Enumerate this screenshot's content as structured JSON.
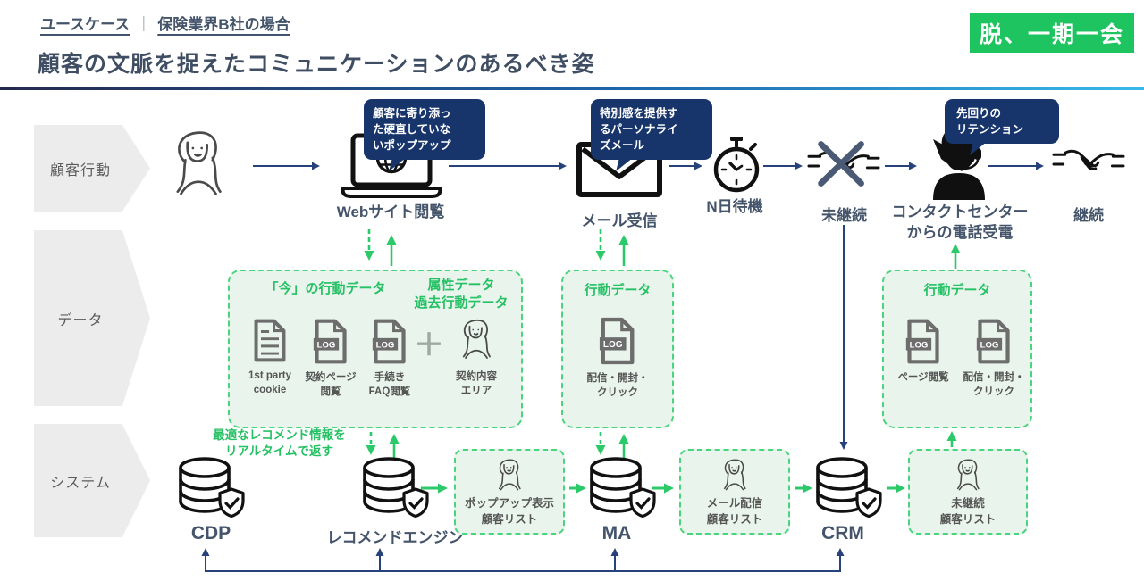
{
  "header": {
    "tag": "ユースケース",
    "separator": "｜",
    "subtitle": "保険業界B社の場合",
    "title": "顧客の文脈を捉えたコミュニケーションのあるべき姿",
    "badge": "脱、一期一会"
  },
  "lanes": {
    "customer": "顧客行動",
    "data": "データ",
    "system": "システム"
  },
  "callouts": {
    "popup": "顧客に寄り添っ\nた硬直していな\nいポップアップ",
    "mail": "特別感を提供す\nるパーソナライ\nズメール",
    "retention": "先回りの\nリテンション"
  },
  "journey": {
    "web": "Webサイト閲覧",
    "mail": "メール受信",
    "wait": "N日待機",
    "churn": "未継続",
    "contact_center": "コンタクトセンター\nからの電話受電",
    "continue": "継続"
  },
  "data_row": {
    "box1": {
      "header_left": "「今」の行動データ",
      "header_right": "属性データ\n過去行動データ",
      "plus": "＋",
      "items": [
        {
          "icon": "document-icon",
          "caption": "1st party\ncookie"
        },
        {
          "icon": "log-file-icon",
          "caption": "契約ページ\n閲覧"
        },
        {
          "icon": "log-file-icon",
          "caption": "手続き\nFAQ閲覧"
        },
        {
          "icon": "person-icon",
          "caption": "契約内容\nエリア"
        }
      ]
    },
    "box2": {
      "header": "行動データ",
      "caption": "配信・開封・\nクリック"
    },
    "box3": {
      "header": "行動データ",
      "caption1": "ページ閲覧",
      "caption2": "配信・開封・\nクリック"
    }
  },
  "system_row": {
    "note": "最適なレコメンド情報を\nリアルタイムで返す",
    "cdp": "CDP",
    "recommend": "レコメンドエンジン",
    "popup_list": "ポップアップ表示\n顧客リスト",
    "ma": "MA",
    "mail_list": "メール配信\n顧客リスト",
    "crm": "CRM",
    "churn_list": "未継続\n顧客リスト"
  },
  "icons": {
    "log_label": "LOG"
  },
  "colors": {
    "navy": "#17356b",
    "arrow_navy": "#27427a",
    "green": "#25c164",
    "arrow_green": "#2bc96a",
    "box_fill": "#e9f4ec",
    "box_border": "#49d47e",
    "badge_green": "#1ec45f",
    "slate": "#44546a",
    "lane_gray": "#ececec",
    "icon_gray": "#6d6d6d"
  }
}
